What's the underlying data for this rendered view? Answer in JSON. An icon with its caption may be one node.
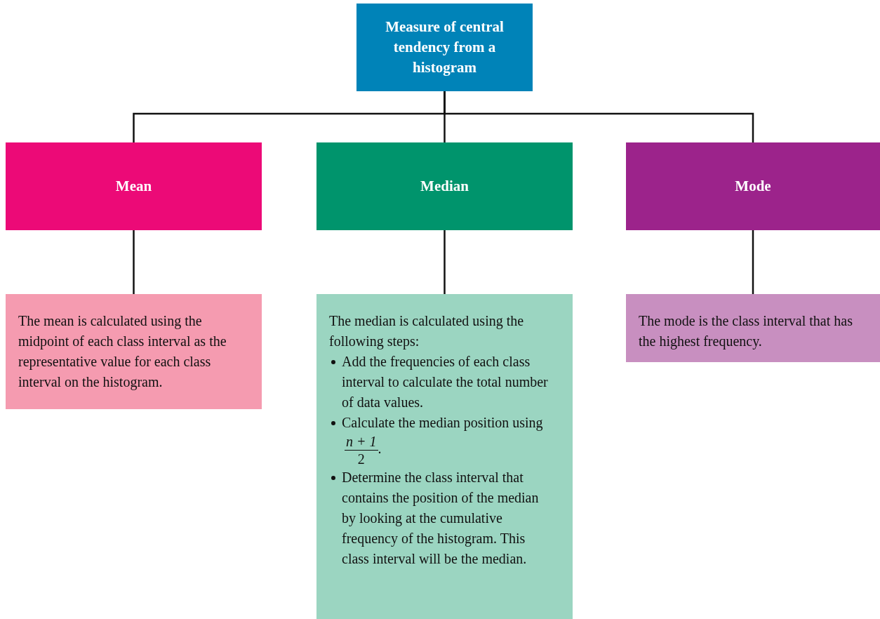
{
  "diagram": {
    "nodes": [
      {
        "text": [
          "Measure of central tendency from a histogram"
        ]
      },
      {
        "text": [
          "Mean"
        ]
      },
      {
        "text": [
          "Median"
        ]
      },
      {
        "text": [
          "Mode"
        ]
      },
      {
        "text": [
          "The mean is calculated using the midpoint of each class interval as the representative value for each class interval on the histogram."
        ]
      },
      {
        "text": [
          "The median is calculated using the following steps:",
          "Add the frequencies of each class interval to calculate the total number of data values.",
          "Calculate the median position using $^{n + 1}$$_{2}$.",
          "Determine the class interval that contains the position of the median by looking at the cumulative frequency of the histogram. This class interval will be the median."
        ]
      },
      {
        "text": [
          "The mode is the class interval that has the highest frequency."
        ]
      }
    ],
    "edges": [
      {
        "from": 0,
        "to": 1,
        "arrow": "none"
      },
      {
        "from": 0,
        "to": 2,
        "arrow": "none"
      },
      {
        "from": 0,
        "to": 3,
        "arrow": "none"
      },
      {
        "from": 1,
        "to": 4,
        "arrow": "none"
      },
      {
        "from": 2,
        "to": 5,
        "arrow": "none"
      },
      {
        "from": 3,
        "to": 6,
        "arrow": "none"
      }
    ]
  }
}
